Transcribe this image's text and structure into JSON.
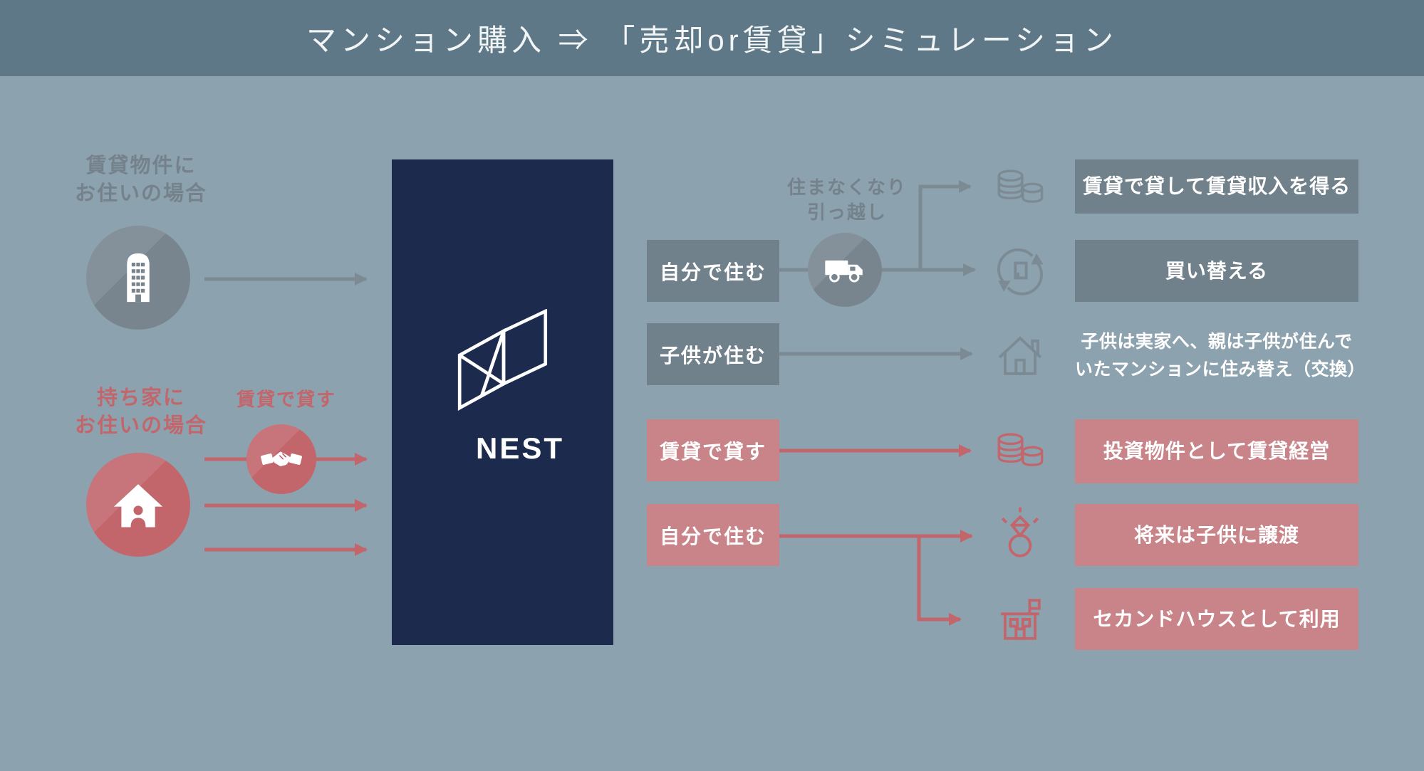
{
  "header": {
    "title": "マンション購入 ⇒ 「売却or賃貸」シミュレーション"
  },
  "left": {
    "rental_case_line1": "賃貸物件に",
    "rental_case_line2": "お住いの場合",
    "owned_case_line1": "持ち家に",
    "owned_case_line2": "お住いの場合",
    "rent_out_note": "賃貸で貸す"
  },
  "center": {
    "brand": "NEST"
  },
  "middle": {
    "move_note_line1": "住まなくなり",
    "move_note_line2": "引っ越し",
    "options": [
      {
        "label": "自分で住む"
      },
      {
        "label": "子供が住む"
      },
      {
        "label": "賃貸で貸す"
      },
      {
        "label": "自分で住む"
      }
    ]
  },
  "outcomes": [
    {
      "label": "賃貸で貸して賃貸収入を得る"
    },
    {
      "label": "買い替える"
    },
    {
      "label": "子供は実家へ、親は子供が住んでいたマンションに住み替え（交換）"
    },
    {
      "label": "投資物件として賃貸経営"
    },
    {
      "label": "将来は子供に譲渡"
    },
    {
      "label": "セカンドハウスとして利用"
    }
  ],
  "icons": {
    "left_rental": "building-icon",
    "left_owned": "house-icon",
    "left_rent_out": "handshake-icon",
    "moving": "truck-icon",
    "rent_income": "coins-icon",
    "rebuy": "recycle-arrows-icon",
    "child_house": "house-outline-icon",
    "invest": "coins-icon",
    "inherit": "ring-icon",
    "second_house": "second-house-icon"
  },
  "colors": {
    "background": "#8CA2AE",
    "header": "#5E7887",
    "navy_panel": "#1C2B4D",
    "gray_box": "#71818C",
    "gray_accent": "#7B8A93",
    "pink_box": "#C98489",
    "pink_accent": "#C2666C",
    "white": "#FFFFFF"
  }
}
